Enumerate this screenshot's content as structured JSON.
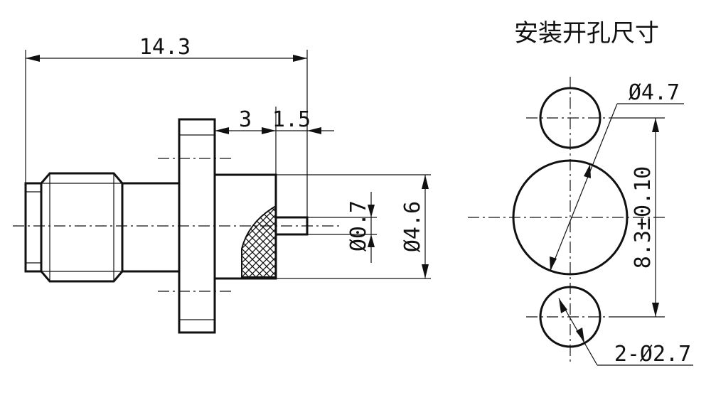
{
  "title": "安装开孔尺寸",
  "side_view": {
    "overall_length": "14.3",
    "dim_flange_to_face": "3",
    "dim_pin_protrusion": "1.5",
    "pin_diameter": "Ø0.7",
    "body_diameter": "Ø4.6"
  },
  "panel_cutout": {
    "center_hole_diameter": "Ø4.7",
    "mounting_hole_spacing": "8.3±0.10",
    "mounting_holes": "2-Ø2.7"
  }
}
